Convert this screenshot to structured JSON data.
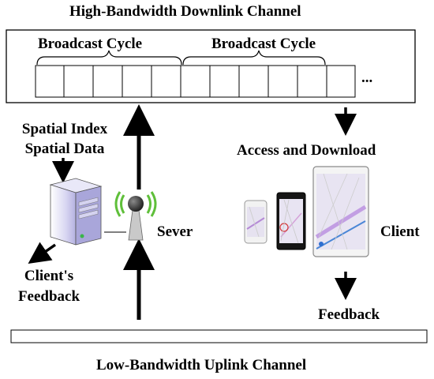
{
  "diagram": {
    "downlink_title": "High-Bandwidth Downlink Channel",
    "uplink_title": "Low-Bandwidth Uplink Channel",
    "broadcast_cycle_1": "Broadcast Cycle",
    "broadcast_cycle_2": "Broadcast Cycle",
    "ellipsis": "...",
    "spatial_index": "Spatial Index",
    "spatial_data": "Spatial Data",
    "clients_feedback_line1": "Client's",
    "clients_feedback_line2": "Feedback",
    "server_label": "Sever",
    "access_download": "Access and Download",
    "client_label": "Client",
    "feedback_label": "Feedback"
  },
  "icons": [
    "server-tower-icon",
    "wireless-antenna-icon",
    "smartphone-small-icon",
    "smartphone-icon",
    "tablet-icon"
  ],
  "colors": {
    "server_body": "#c8c6ec",
    "antenna_waves": "#5fbf3a",
    "map_background": "#e8e4f2"
  }
}
